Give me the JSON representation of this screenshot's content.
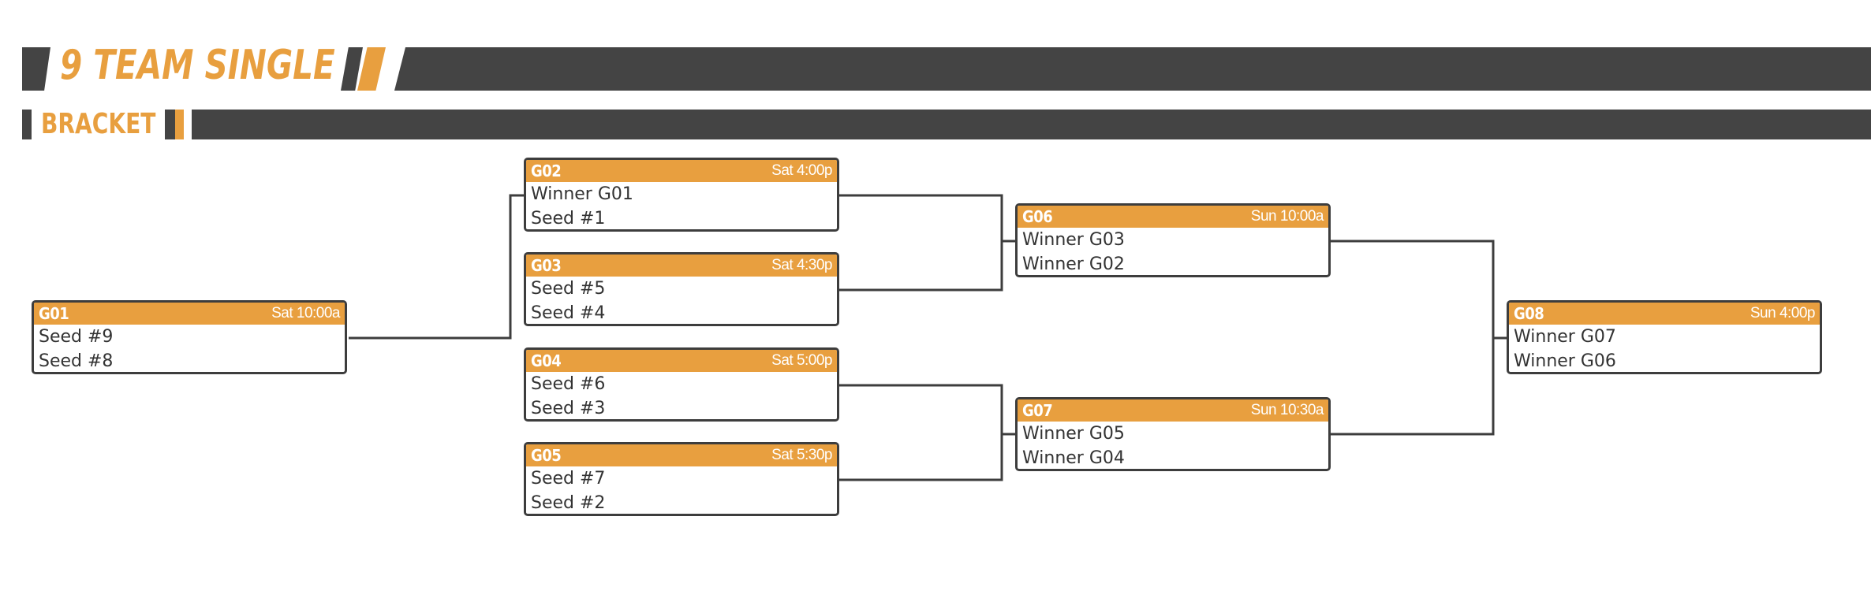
{
  "header": {
    "title": "9 TEAM SINGLE",
    "subtitle": "BRACKET"
  },
  "colors": {
    "accent": "#e89f3f",
    "dark": "#444444",
    "line": "#3d3d3d"
  },
  "games": {
    "g01": {
      "id": "G01",
      "time": "Sat 10:00a",
      "team1": "Seed #9",
      "team2": "Seed #8"
    },
    "g02": {
      "id": "G02",
      "time": "Sat 4:00p",
      "team1": "Winner G01",
      "team2": "Seed #1"
    },
    "g03": {
      "id": "G03",
      "time": "Sat 4:30p",
      "team1": "Seed #5",
      "team2": "Seed #4"
    },
    "g04": {
      "id": "G04",
      "time": "Sat 5:00p",
      "team1": "Seed #6",
      "team2": "Seed #3"
    },
    "g05": {
      "id": "G05",
      "time": "Sat 5:30p",
      "team1": "Seed #7",
      "team2": "Seed #2"
    },
    "g06": {
      "id": "G06",
      "time": "Sun 10:00a",
      "team1": "Winner G03",
      "team2": "Winner G02"
    },
    "g07": {
      "id": "G07",
      "time": "Sun 10:30a",
      "team1": "Winner G05",
      "team2": "Winner G04"
    },
    "g08": {
      "id": "G08",
      "time": "Sun 4:00p",
      "team1": "Winner G07",
      "team2": "Winner G06"
    }
  }
}
